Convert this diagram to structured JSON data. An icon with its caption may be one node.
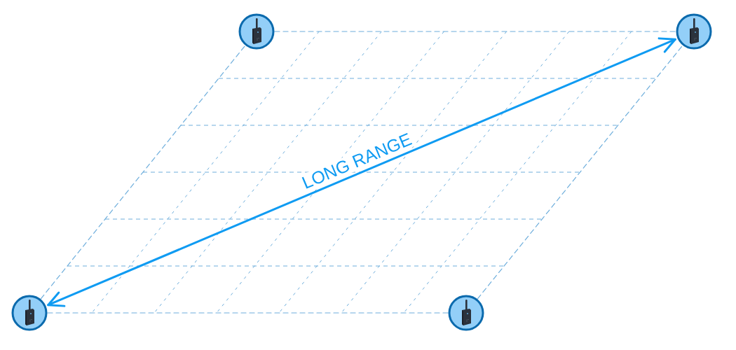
{
  "diagram": {
    "nodes": [
      {
        "text": [],
        "shape": "picture"
      },
      {
        "text": [],
        "shape": "picture"
      },
      {
        "text": [],
        "shape": "picture"
      },
      {
        "text": [],
        "shape": "picture"
      }
    ],
    "edges": [
      {
        "from": 2,
        "to": 1,
        "arrow": "both",
        "label": "LONG RANGE",
        "style": "thick",
        "color": "#0f9bf2"
      },
      {
        "from": 0,
        "to": 1,
        "arrow": "none",
        "style": "dashed"
      },
      {
        "from": 2,
        "to": 3,
        "arrow": "none",
        "style": "dashed"
      },
      {
        "from": 2,
        "to": 0,
        "arrow": "none",
        "style": "dashed"
      },
      {
        "from": 3,
        "to": 1,
        "arrow": "none",
        "style": "dashed"
      }
    ]
  }
}
